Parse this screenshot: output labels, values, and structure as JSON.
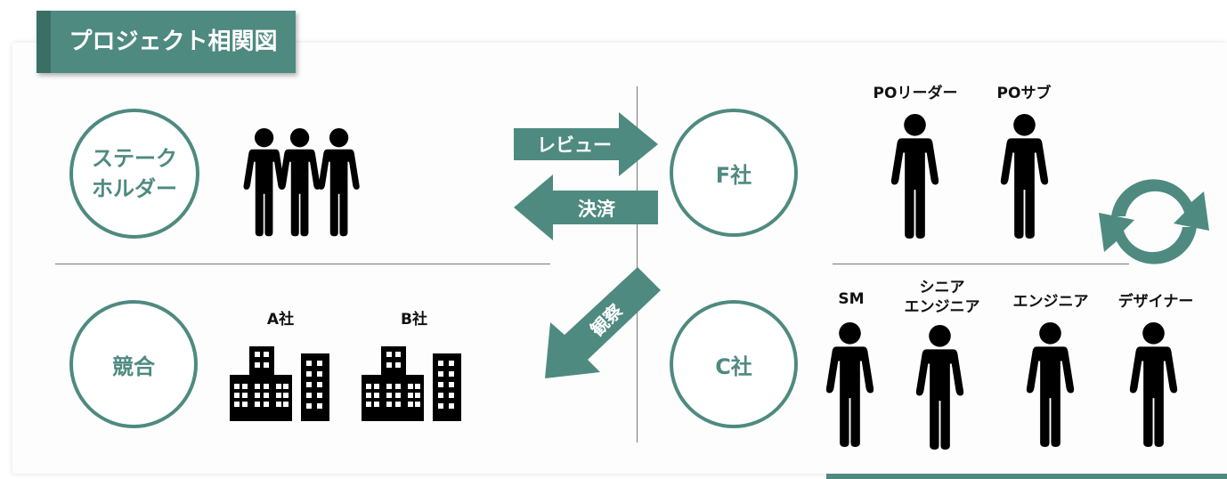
{
  "title": "プロジェクト相関図",
  "circles": {
    "stakeholder": {
      "line1": "ステーク",
      "line2": "ホルダー"
    },
    "competition": "競合",
    "company_f": "F社",
    "company_c": "C社"
  },
  "arrows": {
    "review": "レビュー",
    "payment": "決済",
    "observation": "観察"
  },
  "competitors": [
    "A社",
    "B社"
  ],
  "f_roles": [
    "POリーダー",
    "POサブ"
  ],
  "c_roles": {
    "sm": "SM",
    "senior_engineer": {
      "line1": "シニア",
      "line2": "エンジニア"
    },
    "engineer": "エンジニア",
    "designer": "デザイナー"
  },
  "colors": {
    "accent": "#4e8a80",
    "accent_dark": "#3b6f66",
    "icon": "#000000"
  },
  "icons": [
    "group-of-people-icon",
    "building-icon",
    "person-icon",
    "cycle-arrows-icon"
  ]
}
